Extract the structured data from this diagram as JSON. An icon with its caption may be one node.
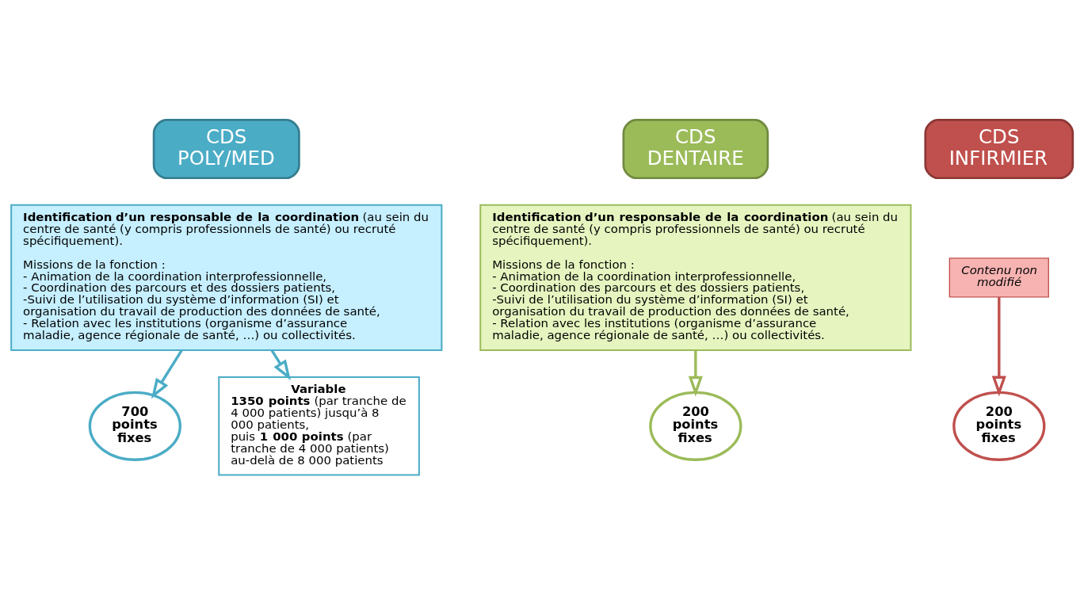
{
  "diagram": {
    "nodes": [
      {
        "text": [
          "CDS POLY/MED"
        ]
      },
      {
        "text": [
          "**Identification d’un responsable de la coordination** (au sein du centre de santé (y compris professionnels de santé) ou recruté spécifiquement).",
          "Missions de la fonction :",
          "- Animation de la coordination interprofessionnelle,",
          "- Coordination des parcours et des dossiers patients,",
          "-Suivi de l’utilisation du système d’information (SI) et organisation du travail de production des données de santé,",
          "- Relation avec les institutions (organisme d’assurance maladie, agence régionale de santé, …) ou collectivités."
        ]
      },
      {
        "text": [
          "700 points fixes"
        ]
      },
      {
        "text": [
          "Variable",
          "**1350 points** (par tranche de 4 000 patients) jusqu’à 8 000 patients,",
          "puis **1 000 points** (par tranche de 4 000 patients) au-delà de 8 000 patients"
        ]
      },
      {
        "text": [
          "CDS DENTAIRE"
        ]
      },
      {
        "text": [
          "**Identification d’un responsable de la coordination** (au sein du centre de santé (y compris professionnels de santé) ou recruté spécifiquement).",
          "Missions de la fonction :",
          "- Animation de la coordination interprofessionnelle,",
          "- Coordination des parcours et des dossiers patients,",
          "-Suivi de l’utilisation du système d’information (SI) et organisation du travail de production des données de santé,",
          "- Relation avec les institutions (organisme d’assurance maladie, agence régionale de santé, …) ou collectivités."
        ]
      },
      {
        "text": [
          "200 points fixes"
        ]
      },
      {
        "text": [
          "CDS INFIRMIER"
        ]
      },
      {
        "text": [
          "Contenu non modifié"
        ]
      },
      {
        "text": [
          "200 points fixes"
        ]
      }
    ],
    "edges": [
      {
        "from": 1,
        "to": 2,
        "arrow": "to"
      },
      {
        "from": 1,
        "to": 3,
        "arrow": "to"
      },
      {
        "from": 5,
        "to": 6,
        "arrow": "to",
        "color": "#9bbb59"
      },
      {
        "from": 8,
        "to": 9,
        "arrow": "to",
        "color": "#c0504d"
      }
    ]
  }
}
